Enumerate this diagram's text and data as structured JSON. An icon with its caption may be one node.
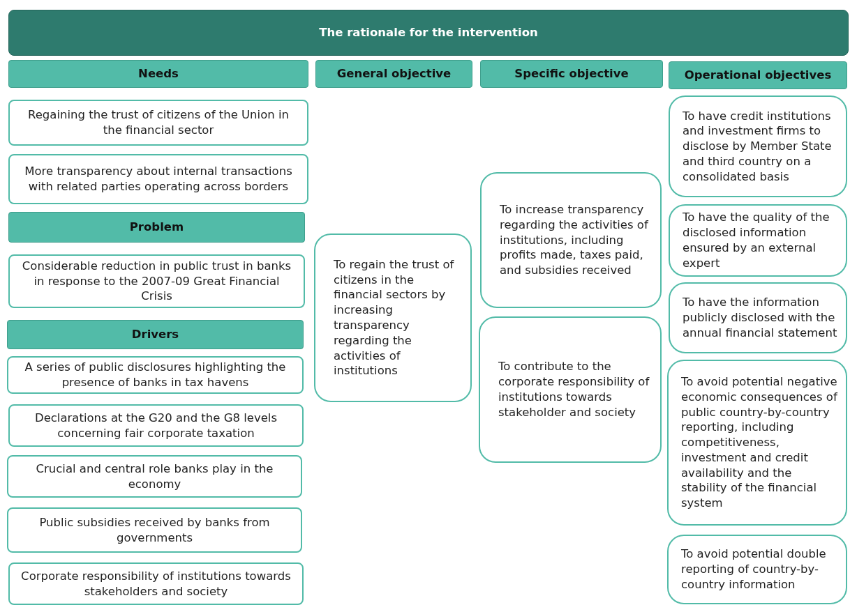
{
  "diagram": {
    "nodes": [
      {
        "text": [
          "The rationale for the intervention"
        ]
      },
      {
        "text": [
          "Needs"
        ]
      },
      {
        "text": [
          "General objective"
        ]
      },
      {
        "text": [
          "Specific objective"
        ]
      },
      {
        "text": [
          "Operational objectives"
        ]
      },
      {
        "text": [
          "Regaining the trust of citizens of the Union in the financial sector"
        ]
      },
      {
        "text": [
          "More transparency about internal transactions with related parties operating across borders"
        ]
      },
      {
        "text": [
          "Problem"
        ]
      },
      {
        "text": [
          "Considerable reduction in public trust in banks in response to the 2007-09 Great Financial Crisis"
        ]
      },
      {
        "text": [
          "Drivers"
        ]
      },
      {
        "text": [
          "A series of public disclosures highlighting the presence of banks in tax havens"
        ]
      },
      {
        "text": [
          "Declarations at the G20 and the G8 levels concerning fair corporate taxation"
        ]
      },
      {
        "text": [
          "Crucial and central role banks play in the economy"
        ]
      },
      {
        "text": [
          "Public subsidies received by banks from governments"
        ]
      },
      {
        "text": [
          "Corporate responsibility of institutions towards stakeholders and society"
        ]
      },
      {
        "text": [
          "To regain the trust of citizens in the financial sectors by increasing transparency regarding the activities of institutions"
        ]
      },
      {
        "text": [
          "To increase transparency regarding the activities of institutions, including profits made, taxes paid, and subsidies received"
        ]
      },
      {
        "text": [
          "To contribute to the corporate responsibility of institutions towards stakeholder and society"
        ]
      },
      {
        "text": [
          "To have credit institutions and investment firms to disclose by Member State and third country on a consolidated basis"
        ]
      },
      {
        "text": [
          "To have the quality of the disclosed information ensured by an external expert"
        ]
      },
      {
        "text": [
          "To have the information publicly disclosed with the annual financial statement"
        ]
      },
      {
        "text": [
          "To avoid potential negative economic consequences of public country-by-country reporting, including competitiveness, investment and credit availability and the stability of the financial system"
        ]
      },
      {
        "text": [
          "To avoid potential double reporting of country-by-country information"
        ]
      }
    ]
  }
}
